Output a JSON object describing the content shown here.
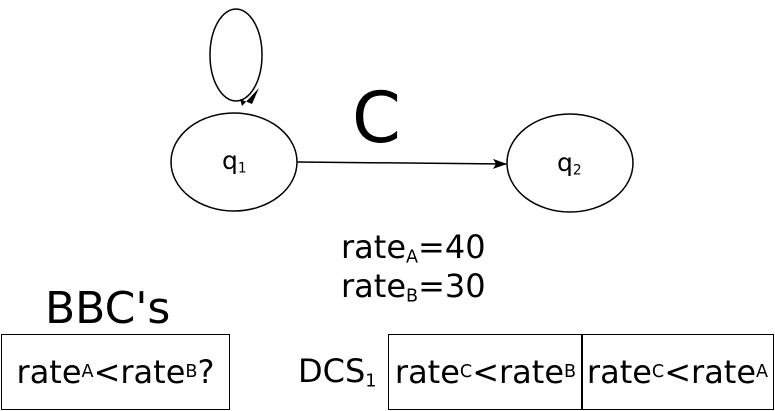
{
  "states": [
    {
      "id": "q1",
      "base": "q",
      "sub": "1"
    },
    {
      "id": "q2",
      "base": "q",
      "sub": "2"
    }
  ],
  "transition": {
    "from": "q1",
    "to": "q2",
    "label": "C"
  },
  "rates": [
    {
      "base": "rate",
      "sub": "A",
      "rest": "=40"
    },
    {
      "base": "rate",
      "sub": "B",
      "rest": "=30"
    }
  ],
  "bbc": {
    "title": "BBC's",
    "condition": {
      "base1": "rate",
      "sub1": "A",
      "op": "<",
      "base2": "rate",
      "sub2": "B",
      "suffix": "?"
    }
  },
  "dcs": {
    "label": {
      "base": "DCS",
      "sub": "1"
    },
    "cells": [
      {
        "base1": "rate",
        "sub1": "C",
        "op": "<",
        "base2": "rate",
        "sub2": "B"
      },
      {
        "base1": "rate",
        "sub1": "C",
        "op": "<",
        "base2": "rate",
        "sub2": "A"
      }
    ]
  }
}
